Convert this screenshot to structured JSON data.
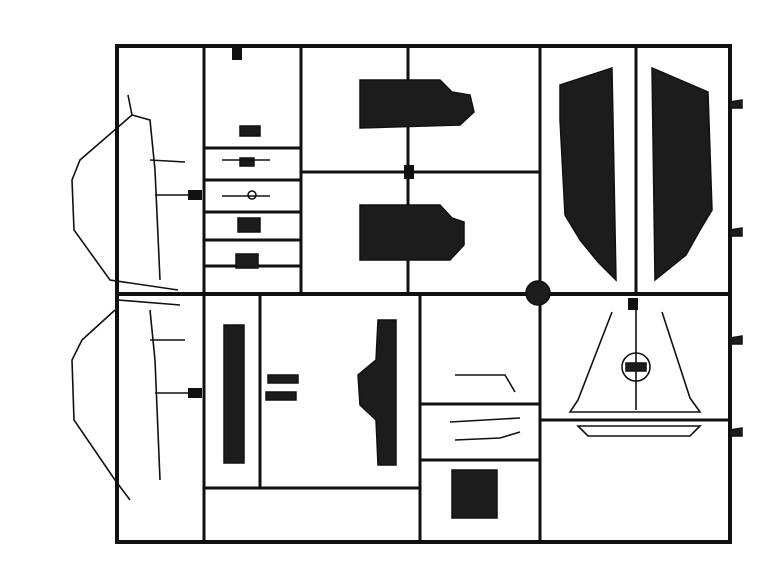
{
  "colors": {
    "line": "#111111",
    "part_fill": "#1c1c1c",
    "background": "#ffffff"
  },
  "parts": [
    "body-panel-upper",
    "body-panel-lower",
    "seat-upper",
    "seat-lower",
    "side-panel-left",
    "side-panel-right",
    "small-parts-column",
    "long-bar-left",
    "long-bar-right",
    "steering-assembly",
    "engine-block"
  ]
}
